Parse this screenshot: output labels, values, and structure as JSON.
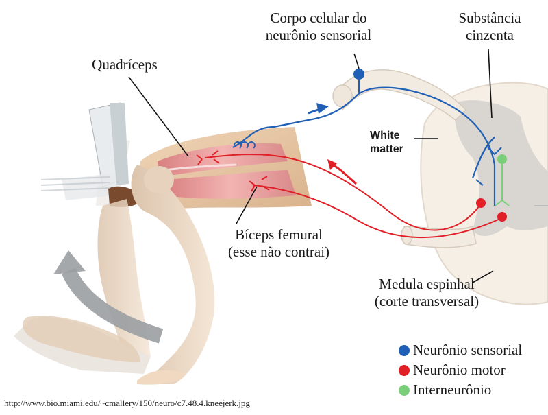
{
  "labels": {
    "cell_body_line1": "Corpo celular do",
    "cell_body_line2": "neurônio sensorial",
    "gray_matter_line1": "Substância",
    "gray_matter_line2": "cinzenta",
    "quadriceps": "Quadríceps",
    "white_matter_line1": "White",
    "white_matter_line2": "matter",
    "biceps_line1": "Bíceps femural",
    "biceps_line2": "(esse não contrai)",
    "spinal_line1": "Medula espinhal",
    "spinal_line2": "(corte transversal)"
  },
  "legend": [
    {
      "label": "Neurônio sensorial",
      "color": "#1f5fb5"
    },
    {
      "label": "Neurônio motor",
      "color": "#e11f26"
    },
    {
      "label": "Interneurônio",
      "color": "#7ccf7a"
    }
  ],
  "source_url": "http://www.bio.miami.edu/~cmallery/150/neuro/c7.48.4.kneejerk.jpg",
  "colors": {
    "sensory": "#1f5fb5",
    "motor": "#e11f26",
    "interneuron": "#7ccf7a",
    "skin": "#e8c9a8",
    "muscle": "#e79a98",
    "spinal_white": "#f5efe6",
    "spinal_gray": "#d9d6d2"
  }
}
